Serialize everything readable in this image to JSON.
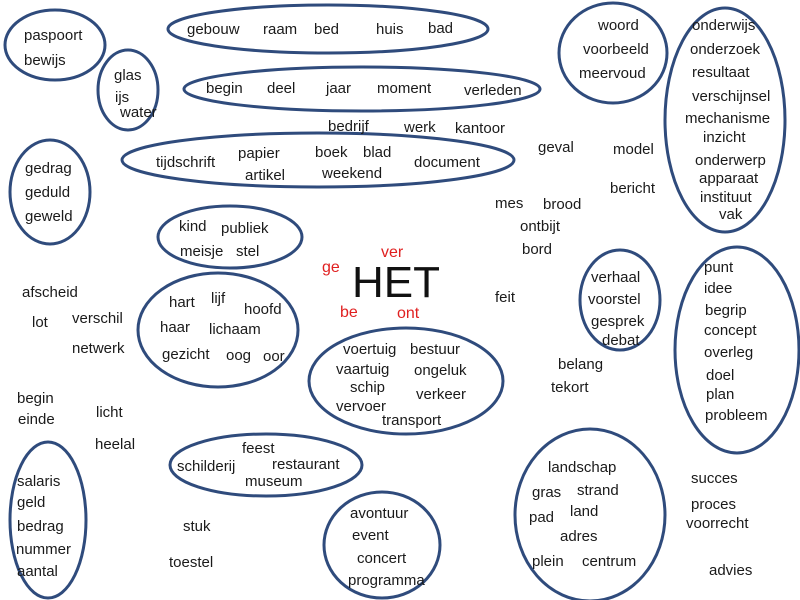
{
  "colors": {
    "ring": "#2f4b7c",
    "prefix": "#e02020",
    "text": "#1a1a1a"
  },
  "center": {
    "word": "HET",
    "prefixes": [
      "ver",
      "ge",
      "be",
      "ont"
    ]
  },
  "groups": [
    {
      "id": "paspoort",
      "words": [
        "paspoort",
        "bewijs"
      ]
    },
    {
      "id": "gebouw",
      "words": [
        "gebouw",
        "raam",
        "bed",
        "huis",
        "bad"
      ]
    },
    {
      "id": "glas",
      "words": [
        "glas",
        "ijs",
        "water"
      ]
    },
    {
      "id": "begin",
      "words": [
        "begin",
        "deel",
        "jaar",
        "moment",
        "verleden"
      ]
    },
    {
      "id": "woord",
      "words": [
        "woord",
        "voorbeeld",
        "meervoud"
      ]
    },
    {
      "id": "onderwijs",
      "words": [
        "onderwijs",
        "onderzoek",
        "resultaat",
        "verschijnsel",
        "mechanisme",
        "inzicht",
        "onderwerp",
        "apparaat",
        "instituut",
        "vak"
      ]
    },
    {
      "id": "tijdschrift",
      "words": [
        "tijdschrift",
        "papier",
        "artikel",
        "boek",
        "blad",
        "weekend",
        "document"
      ]
    },
    {
      "id": "gedrag",
      "words": [
        "gedrag",
        "geduld",
        "geweld"
      ]
    },
    {
      "id": "kind",
      "words": [
        "kind",
        "publiek",
        "meisje",
        "stel"
      ]
    },
    {
      "id": "hart",
      "words": [
        "hart",
        "lijf",
        "hoofd",
        "haar",
        "lichaam",
        "gezicht",
        "oog",
        "oor"
      ]
    },
    {
      "id": "verhaal",
      "words": [
        "verhaal",
        "voorstel",
        "gesprek",
        "debat"
      ]
    },
    {
      "id": "punt",
      "words": [
        "punt",
        "idee",
        "begrip",
        "concept",
        "overleg",
        "doel",
        "plan",
        "probleem"
      ]
    },
    {
      "id": "voertuig",
      "words": [
        "voertuig",
        "bestuur",
        "vaartuig",
        "ongeluk",
        "schip",
        "verkeer",
        "vervoer",
        "transport"
      ]
    },
    {
      "id": "salaris",
      "words": [
        "salaris",
        "geld",
        "bedrag",
        "nummer",
        "aantal"
      ]
    },
    {
      "id": "feest",
      "words": [
        "feest",
        "schilderij",
        "restaurant",
        "museum"
      ]
    },
    {
      "id": "landschap",
      "words": [
        "landschap",
        "gras",
        "strand",
        "land",
        "pad",
        "adres",
        "plein",
        "centrum"
      ]
    },
    {
      "id": "avontuur",
      "words": [
        "avontuur",
        "event",
        "concert",
        "programma"
      ]
    }
  ],
  "loose": [
    "bedrijf",
    "werk",
    "kantoor",
    "geval",
    "model",
    "bericht",
    "mes",
    "brood",
    "ontbijt",
    "bord",
    "feit",
    "afscheid",
    "lot",
    "verschil",
    "netwerk",
    "belang",
    "tekort",
    "begin",
    "einde",
    "licht",
    "heelal",
    "stuk",
    "toestel",
    "succes",
    "proces",
    "voorrecht",
    "advies"
  ]
}
